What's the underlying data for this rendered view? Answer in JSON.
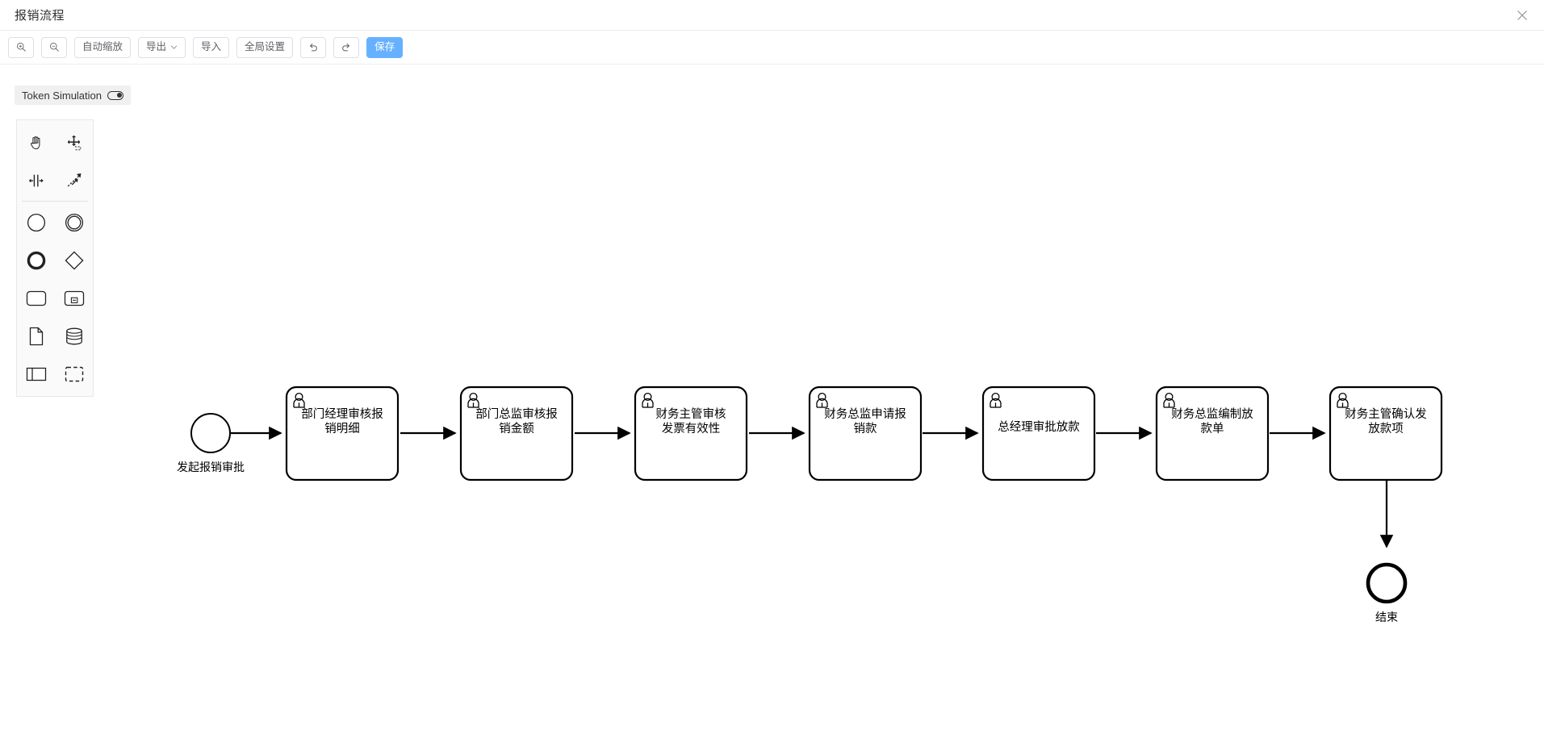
{
  "window": {
    "title": "报销流程",
    "close_icon": "close-icon"
  },
  "toolbar": {
    "zoom_in_icon": "zoom-in-icon",
    "zoom_out_icon": "zoom-out-icon",
    "auto_zoom_label": "自动缩放",
    "export_label": "导出",
    "export_chevron_icon": "chevron-down-icon",
    "import_label": "导入",
    "global_settings_label": "全局设置",
    "undo_icon": "undo-icon",
    "redo_icon": "redo-icon",
    "save_label": "保存",
    "save_color": "#66b1ff"
  },
  "token_simulation": {
    "label": "Token Simulation",
    "toggle_state": "off",
    "toggle_icon": "toggle-switch-icon"
  },
  "palette": {
    "items": [
      {
        "name": "hand-tool-icon",
        "row": 0,
        "col": 0
      },
      {
        "name": "lasso-tool-icon",
        "row": 0,
        "col": 1
      },
      {
        "name": "space-tool-icon",
        "row": 1,
        "col": 0
      },
      {
        "name": "global-connect-tool-icon",
        "row": 1,
        "col": 1
      },
      {
        "name": "start-event-icon",
        "row": 2,
        "col": 0
      },
      {
        "name": "intermediate-event-icon",
        "row": 2,
        "col": 1
      },
      {
        "name": "end-event-icon",
        "row": 3,
        "col": 0
      },
      {
        "name": "gateway-icon",
        "row": 3,
        "col": 1
      },
      {
        "name": "task-icon",
        "row": 4,
        "col": 0
      },
      {
        "name": "subprocess-icon",
        "row": 4,
        "col": 1
      },
      {
        "name": "data-object-icon",
        "row": 5,
        "col": 0
      },
      {
        "name": "data-store-icon",
        "row": 5,
        "col": 1
      },
      {
        "name": "participant-pool-icon",
        "row": 6,
        "col": 0
      },
      {
        "name": "group-icon",
        "row": 6,
        "col": 1
      }
    ]
  },
  "diagram": {
    "start_event": {
      "label": "发起报销审批"
    },
    "end_event": {
      "label": "结束"
    },
    "tasks": [
      {
        "id": "task-1",
        "lines": [
          "部门经理审核报",
          "销明细"
        ],
        "type": "user-task"
      },
      {
        "id": "task-2",
        "lines": [
          "部门总监审核报",
          "销金额"
        ],
        "type": "user-task"
      },
      {
        "id": "task-3",
        "lines": [
          "财务主管审核",
          "发票有效性"
        ],
        "type": "user-task"
      },
      {
        "id": "task-4",
        "lines": [
          "财务总监申请报",
          "销款"
        ],
        "type": "user-task"
      },
      {
        "id": "task-5",
        "lines": [
          "总经理审批放款"
        ],
        "type": "user-task"
      },
      {
        "id": "task-6",
        "lines": [
          "财务总监编制放",
          "款单"
        ],
        "type": "user-task"
      },
      {
        "id": "task-7",
        "lines": [
          "财务主管确认发",
          "放款项"
        ],
        "type": "user-task"
      }
    ]
  }
}
